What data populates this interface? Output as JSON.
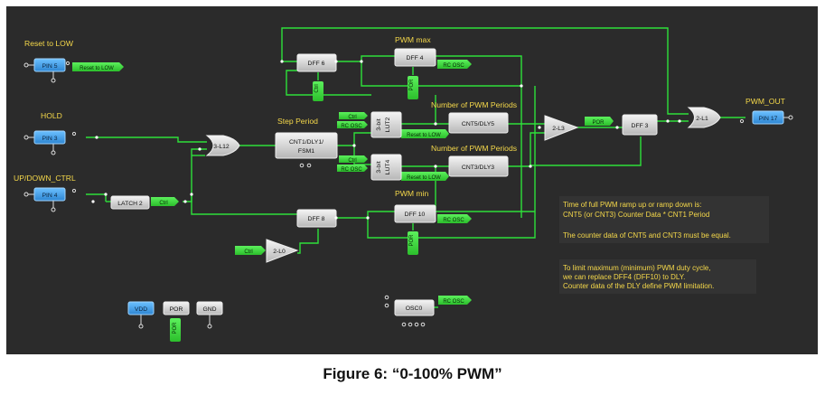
{
  "caption": "Figure 6: “0-100% PWM”",
  "section_labels": {
    "reset": "Reset to LOW",
    "hold": "HOLD",
    "updown": "UP/DOWN_CTRL",
    "pwm_max": "PWM max",
    "step_period": "Step Period",
    "periods1": "Number of PWM Periods",
    "periods2": "Number of PWM Periods",
    "pwm_min": "PWM min",
    "pwm_out": "PWM_OUT"
  },
  "pins": {
    "pin5": "PIN 5",
    "pin3": "PIN 3",
    "pin4": "PIN 4",
    "pin17": "PIN 17",
    "vdd": "VDD",
    "por": "POR",
    "gnd": "GND"
  },
  "blocks": {
    "dff6": "DFF 6",
    "dff4": "DFF 4",
    "dff8": "DFF 8",
    "dff10": "DFF 10",
    "dff3": "DFF 3",
    "latch2": "LATCH 2",
    "cnt1_line1": "CNT1/DLY1/",
    "cnt1_line2": "FSM1",
    "lut2_line1": "3-bit",
    "lut2_line2": "LUT2",
    "lut4_line1": "3-bit",
    "lut4_line2": "LUT4",
    "cnt5": "CNT5/DLY5",
    "cnt3": "CNT3/DLY3",
    "osc0": "OSC0"
  },
  "gates": {
    "g312": "3-L12",
    "g23": "2-L3",
    "g21": "2-L1",
    "g20": "2-L0"
  },
  "tags": {
    "reset_to_low": "Reset to LOW",
    "ctrl": "Ctrl",
    "rc_osc": "RC OSC",
    "por": "POR"
  },
  "notes": {
    "n1": "Time of full PWM ramp up or ramp down is:",
    "n2": "CNT5 (or CNT3) Counter Data * CNT1 Period",
    "n3": "The counter data of CNT5 and CNT3  must be equal.",
    "n4": "To limit maximum (minimum) PWM duty cycle,",
    "n5": "we can replace DFF4 (DFF10) to DLY.",
    "n6": "Counter data of the DLY define PWM limitation."
  },
  "colors": {
    "canvas": "#2b2b2b",
    "wire": "#2ee03a",
    "label": "#f5d84a",
    "pin": "#3fa0e8",
    "block": "#cfcfcf"
  }
}
